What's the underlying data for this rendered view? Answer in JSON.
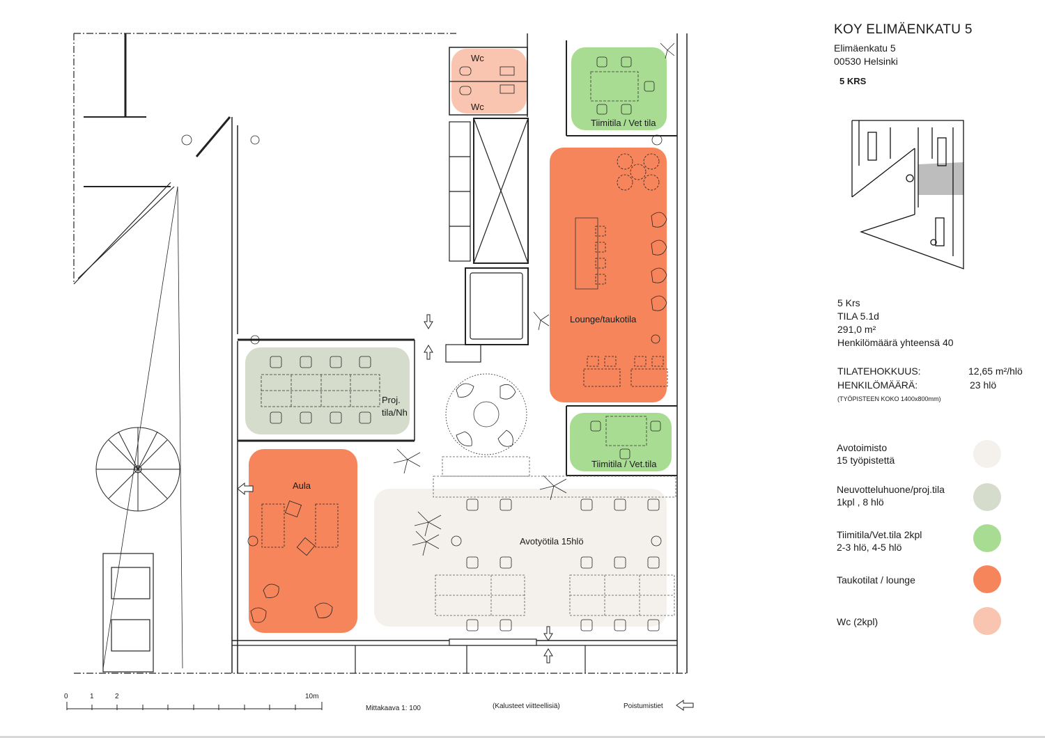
{
  "building": {
    "title": "KOY ELIMÄENKATU 5",
    "street": "Elimäenkatu 5",
    "city": "00530 Helsinki",
    "floor_code": "5 KRS"
  },
  "info": {
    "floor": "5 Krs",
    "space": "TILA 5.1d",
    "area": "291,0 m²",
    "persons_total": "Henkilömäärä yhteensä 40"
  },
  "metrics": {
    "efficiency_label": "TILATEHOKKUUS:",
    "efficiency_value": "12,65 m²/hlö",
    "persons_label": "HENKILÖMÄÄRÄ:",
    "persons_value": "23 hlö",
    "note": "(TYÖPISTEEN KOKO 1400x800mm)"
  },
  "legend": [
    {
      "line1": "Avotoimisto",
      "line2": "15  työpistettä",
      "color": "#f4f1ec"
    },
    {
      "line1": "Neuvotteluhuone/proj.tila",
      "line2": "1kpl , 8 hlö",
      "color": "#d5dccb"
    },
    {
      "line1": "Tiimitila/Vet.tila 2kpl",
      "line2": "2-3 hlö, 4-5 hlö",
      "color": "#a9dc93"
    },
    {
      "line1": "Taukotilat / lounge",
      "line2": "",
      "color": "#f6855b"
    },
    {
      "line1": "Wc (2kpl)",
      "line2": "",
      "color": "#f9c4b0"
    }
  ],
  "zones": {
    "wc_top": "Wc",
    "wc_bottom": "Wc",
    "team_top": "Tiimitila / Vet tila",
    "team_bottom": "Tiimitila / Vet.tila",
    "lounge": "Lounge/taukotila",
    "proj_line1": "Proj.",
    "proj_line2": "tila/Nh",
    "aula": "Aula",
    "open_office": "Avotyötila 15hlö"
  },
  "footer": {
    "scale_ticks": [
      "0",
      "1",
      "2",
      "10m"
    ],
    "scale": "Mittakaava 1: 100",
    "furniture_note": "(Kalusteet viitteellisiä)",
    "exits": "Poistumistiet"
  },
  "colors": {
    "open_office": "#f4f1ec",
    "meeting": "#d5dccb",
    "team": "#a9dc93",
    "lounge": "#f6855b",
    "wc": "#f9c4b0",
    "keyplan_highlight": "#bdbdbd"
  }
}
